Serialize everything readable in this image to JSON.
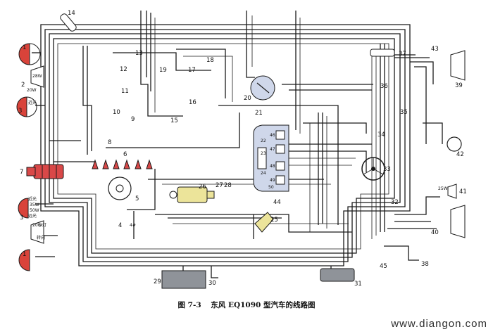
{
  "figure": {
    "label": "图 7-3",
    "title": "东风 EQ1090 型汽车的线路图"
  },
  "watermark": "www.diangon.com",
  "components": [
    "1",
    "2",
    "3",
    "4",
    "5",
    "6",
    "7",
    "8",
    "9",
    "10",
    "11",
    "12",
    "13",
    "14",
    "15",
    "16",
    "17",
    "18",
    "19",
    "20",
    "21",
    "22",
    "23",
    "24",
    "25",
    "26",
    "27",
    "28",
    "29",
    "30",
    "31",
    "32",
    "33",
    "34",
    "35",
    "36",
    "37",
    "38",
    "39",
    "40",
    "41",
    "42",
    "43",
    "44",
    "45",
    "46",
    "47",
    "48",
    "49",
    "50"
  ],
  "small_labels": {
    "w28": "28W",
    "w20": "20W",
    "jinguang": "近光",
    "w35": "35W",
    "w50": "50W",
    "yuanguang": "远光",
    "xiaodeng": "小灯",
    "zhuanxiang": "转向",
    "w25": "25W",
    "c4": "4#"
  },
  "colors": {
    "lamp_red": "#d9433a",
    "connector_red": "#d94848",
    "coil_yellow": "#ece49a",
    "panel_blue": "#cfd7ea",
    "battery_gray": "#8f9399",
    "wire": "#1a1a1a"
  }
}
